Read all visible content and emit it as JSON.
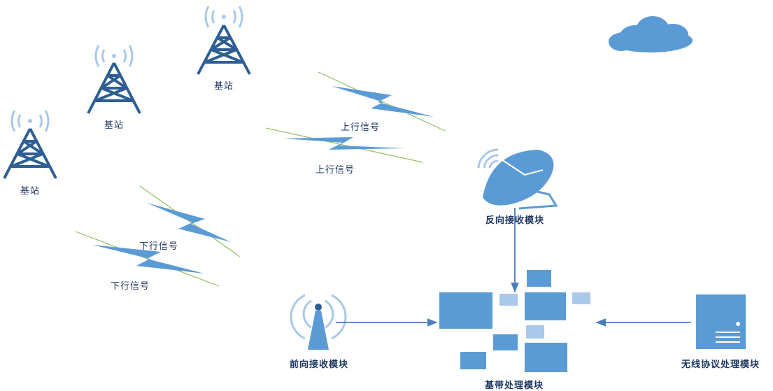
{
  "labels": {
    "base_station_1": "基站",
    "base_station_2": "基站",
    "base_station_3": "基站",
    "uplink_1": "上行信号",
    "uplink_2": "上行信号",
    "downlink_1": "下行信号",
    "downlink_2": "下行信号",
    "reverse_receiver": "反向接收模块",
    "forward_receiver": "前向接收模块",
    "baseband": "基带处理模块",
    "protocol": "无线协议处理模块"
  },
  "colors": {
    "tower": "#2e5e94",
    "wave": "#a9c8ea",
    "primary": "#5b9bd5",
    "light": "#a9c8ea",
    "arrow": "#4a7ebb",
    "green_line": "#92c060"
  }
}
